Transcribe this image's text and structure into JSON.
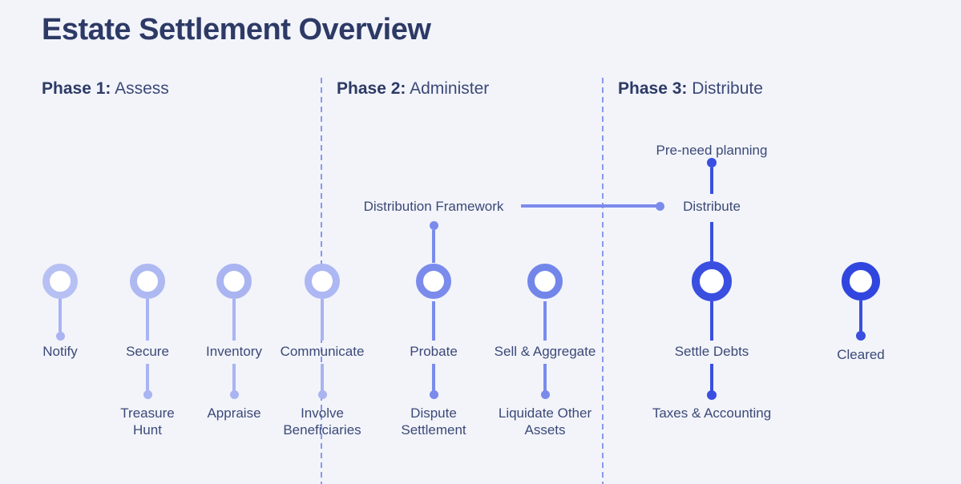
{
  "title": "Estate Settlement Overview",
  "phase_headers": [
    {
      "prefix": "Phase 1:",
      "name": " Assess"
    },
    {
      "prefix": "Phase 2:",
      "name": " Administer"
    },
    {
      "prefix": "Phase 3:",
      "name": " Distribute"
    }
  ],
  "annotations": {
    "distribution_framework": "Distribution Framework",
    "distribute": "Distribute",
    "pre_need_planning": "Pre-need planning"
  },
  "timeline": {
    "nodes": [
      {
        "label": "Notify"
      },
      {
        "label": "Secure",
        "sublabel": "Treasure Hunt"
      },
      {
        "label": "Inventory",
        "sublabel": "Appraise"
      },
      {
        "label": "Communicate",
        "sublabel": "Involve Beneficiaries"
      },
      {
        "label": "Probate",
        "sublabel": "Dispute Settlement"
      },
      {
        "label": "Sell & Aggregate",
        "sublabel": "Liquidate Other Assets"
      },
      {
        "label": "Settle Debts",
        "sublabel": "Taxes & Accounting"
      },
      {
        "label": "Cleared"
      }
    ]
  },
  "colors": {
    "background": "#f2f4fa",
    "title_text": "#2d3a66",
    "label_text": "#3c4977",
    "phase1_accent": "#a9b4f1",
    "phase2_accent": "#7b8bec",
    "phase3_accent": "#3a4fe0",
    "divider": "#8b98ec"
  }
}
